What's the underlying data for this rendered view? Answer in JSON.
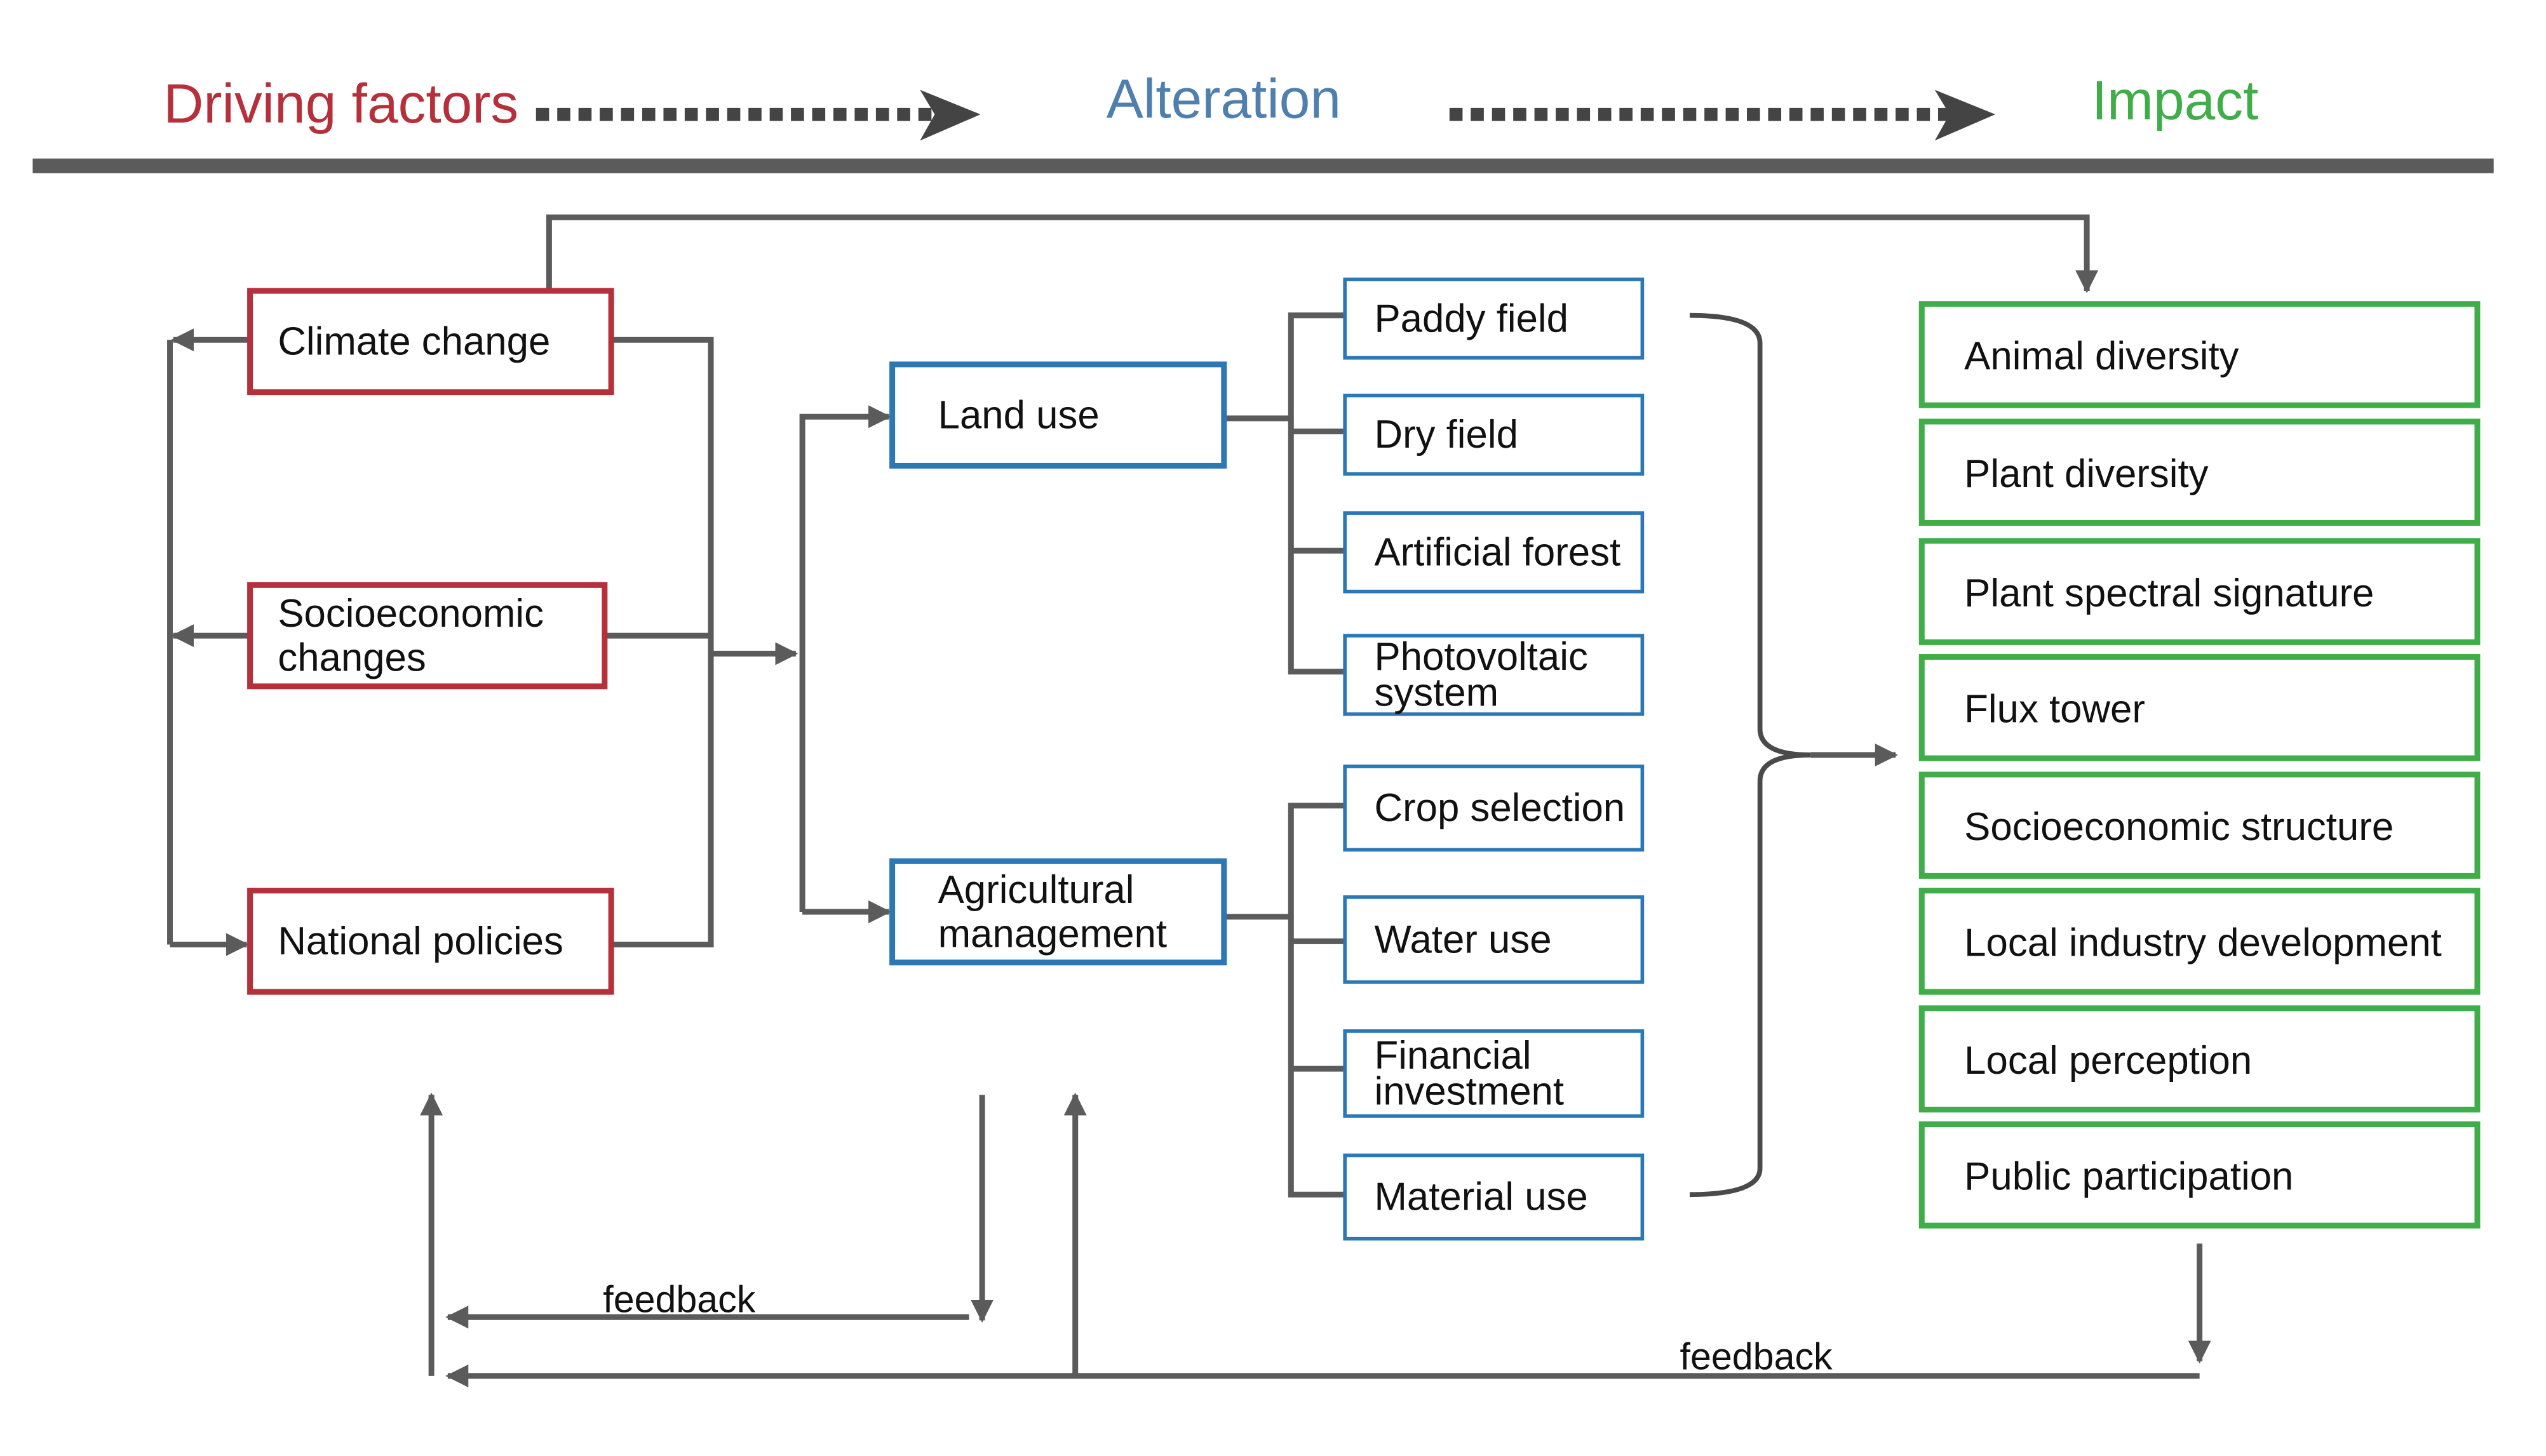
{
  "header": {
    "driving": "Driving factors",
    "alteration": "Alteration",
    "impact": "Impact"
  },
  "colors": {
    "driving": "#b5303a",
    "alteration": "#4f7fae",
    "impact": "#3fae49",
    "connector": "#5b5b5b"
  },
  "drivers": [
    [
      "Climate change"
    ],
    [
      "Socioeconomic",
      "changes"
    ],
    [
      "National policies"
    ]
  ],
  "alteration": [
    [
      "Land use"
    ],
    [
      "Agricultural",
      "management"
    ]
  ],
  "land_use_items": [
    [
      "Paddy field"
    ],
    [
      "Dry field"
    ],
    [
      "Artificial forest"
    ],
    [
      "Photovoltaic",
      "system"
    ]
  ],
  "management_items": [
    [
      "Crop selection"
    ],
    [
      "Water use"
    ],
    [
      "Financial",
      "investment"
    ],
    [
      "Material use"
    ]
  ],
  "impacts": [
    "Animal diversity",
    "Plant diversity",
    "Plant spectral signature",
    "Flux tower",
    "Socioeconomic structure",
    "Local industry development",
    "Local perception",
    "Public participation"
  ],
  "feedback": {
    "inner": "feedback",
    "outer": "feedback"
  }
}
